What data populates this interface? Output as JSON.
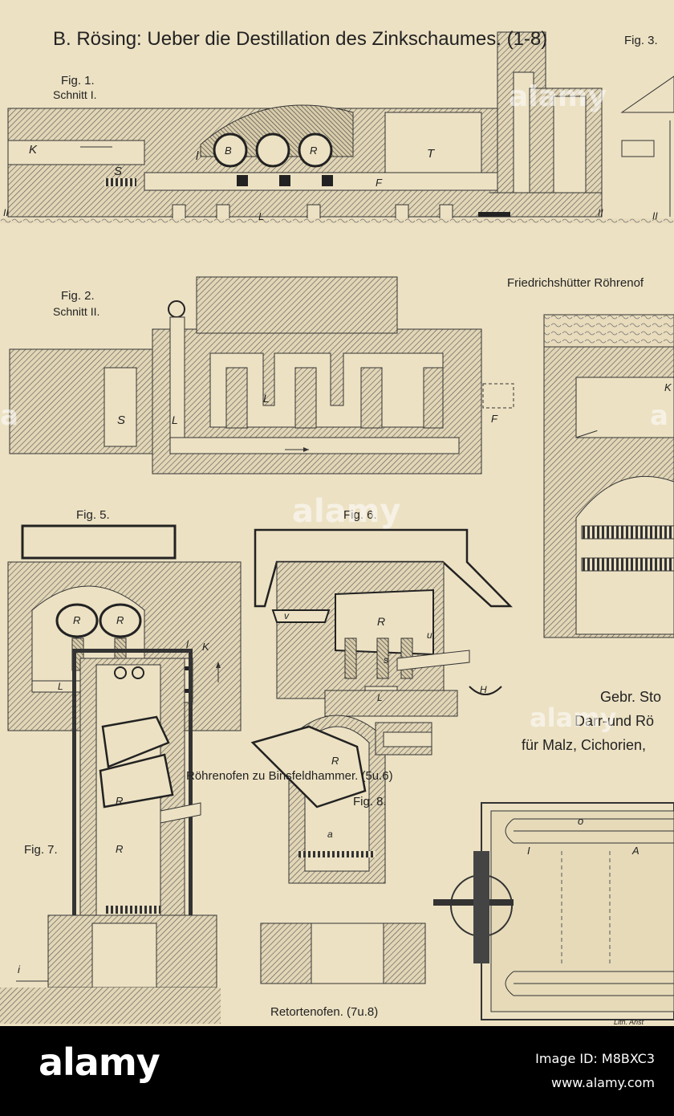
{
  "plate": {
    "title": "B. Rösing: Ueber die Destillation des Zinkschaumes. (1-8)",
    "fig1_label": "Fig. 1.",
    "fig1_sub": "Schnitt I.",
    "fig2_label": "Fig. 2.",
    "fig2_sub": "Schnitt II.",
    "fig3_label": "Fig. 3.",
    "fig5_label": "Fig. 5.",
    "fig6_label": "Fig. 6.",
    "fig7_label": "Fig. 7.",
    "fig8_label": "Fig. 8.",
    "friedrichshuetter": "Friedrichshütter Röhrenof",
    "gebr_line1": "Gebr. Sto",
    "gebr_line2": "Darr-und Rö",
    "gebr_line3": "für Malz, Cichorien,",
    "binsfeld": "Röhrenofen zu Binsfeldhammer. (5u.6)",
    "retorten": "Retortenofen. (7u.8)",
    "lith": "Lith. Anst"
  },
  "letters": {
    "K": "K",
    "S": "S",
    "l": "l",
    "B": "B",
    "R": "R",
    "T": "T",
    "F": "F",
    "L": "L",
    "II": "II",
    "v": "v",
    "u": "u",
    "s": "s",
    "H": "H",
    "i": "i",
    "a": "a",
    "o": "o",
    "A": "A",
    "I": "I"
  },
  "watermarks": {
    "text": "alamy",
    "brand": "a"
  },
  "footer": {
    "logo": "alamy",
    "image_id": "Image ID: M8BXC3",
    "site": "www.alamy.com"
  }
}
